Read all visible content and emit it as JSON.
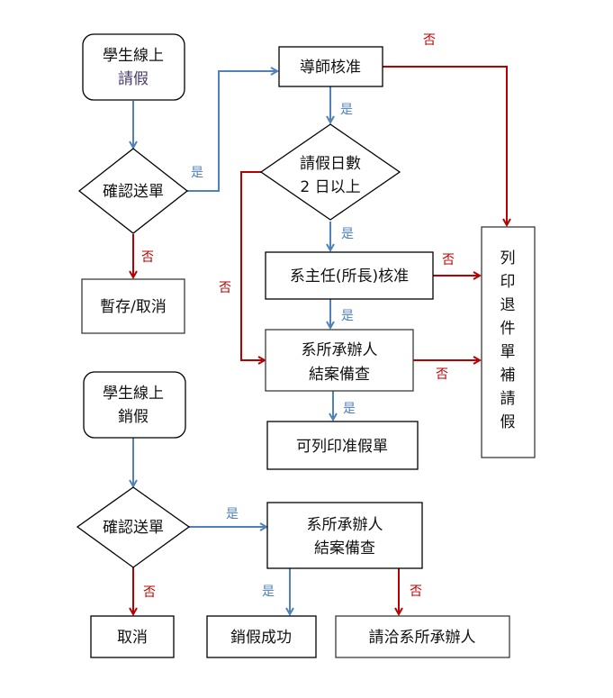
{
  "diagram": {
    "type": "flowchart",
    "colors": {
      "yes_flow": "#4f81bd",
      "no_flow": "#b80000",
      "node_border": "#000000"
    },
    "leave_request": {
      "start": {
        "line1": "學生線上",
        "line2": "請假"
      },
      "confirm": "確認送單",
      "save_cancel": "暫存/取消",
      "teacher_approve": "導師核准",
      "days_check": {
        "line1": "請假日數",
        "line2": "2 日以上"
      },
      "chair_approve": "系主任(所長)核准",
      "dept_review": {
        "line1": "系所承辦人",
        "line2": "結案備查"
      },
      "print_approved": "可列印准假單",
      "print_rejected": [
        "列",
        "印",
        "退",
        "件",
        "單",
        "補",
        "請",
        "假"
      ]
    },
    "leave_cancel": {
      "start": {
        "line1": "學生線上",
        "line2": "銷假"
      },
      "confirm": "確認送單",
      "cancel": "取消",
      "dept_review": {
        "line1": "系所承辦人",
        "line2": "結案備查"
      },
      "success": "銷假成功",
      "contact": "請洽系所承辦人"
    },
    "labels": {
      "yes": "是",
      "no": "否"
    }
  }
}
